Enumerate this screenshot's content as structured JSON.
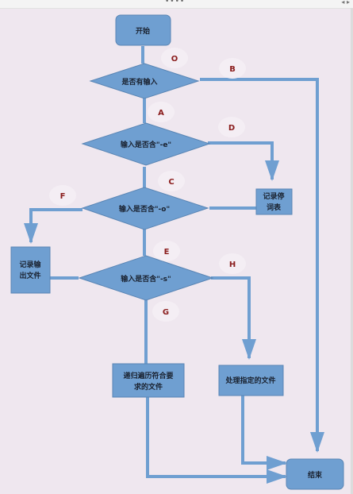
{
  "nodes": {
    "start": "开始",
    "input_check": "是否有输入",
    "cond_e": "输入是否含\"-e\"",
    "cond_o": "输入是否含\"-o\"",
    "cond_s": "输入是否含\"-s\"",
    "record_stop_1": "记录停",
    "record_stop_2": "词表",
    "record_out_1": "记录输",
    "record_out_2": "出文件",
    "recursive_1": "递归遍历符合要",
    "recursive_2": "求的文件",
    "process": "处理指定的文件",
    "end": "结束"
  },
  "badges": {
    "o": "O",
    "b": "B",
    "a": "A",
    "d": "D",
    "c": "C",
    "f": "F",
    "e": "E",
    "h": "H",
    "g": "G"
  },
  "colors": {
    "shape_fill": "#6f9fd1",
    "shape_stroke": "#5a86b5",
    "line": "#6f9fd1",
    "badge_fill": "#f4eef4",
    "badge_text": "#8a1c1c",
    "background": "#efe7ef"
  },
  "window": {
    "grip_icon": "drag-handle-icon",
    "nav_icon": "scroll-arrows-icon"
  }
}
